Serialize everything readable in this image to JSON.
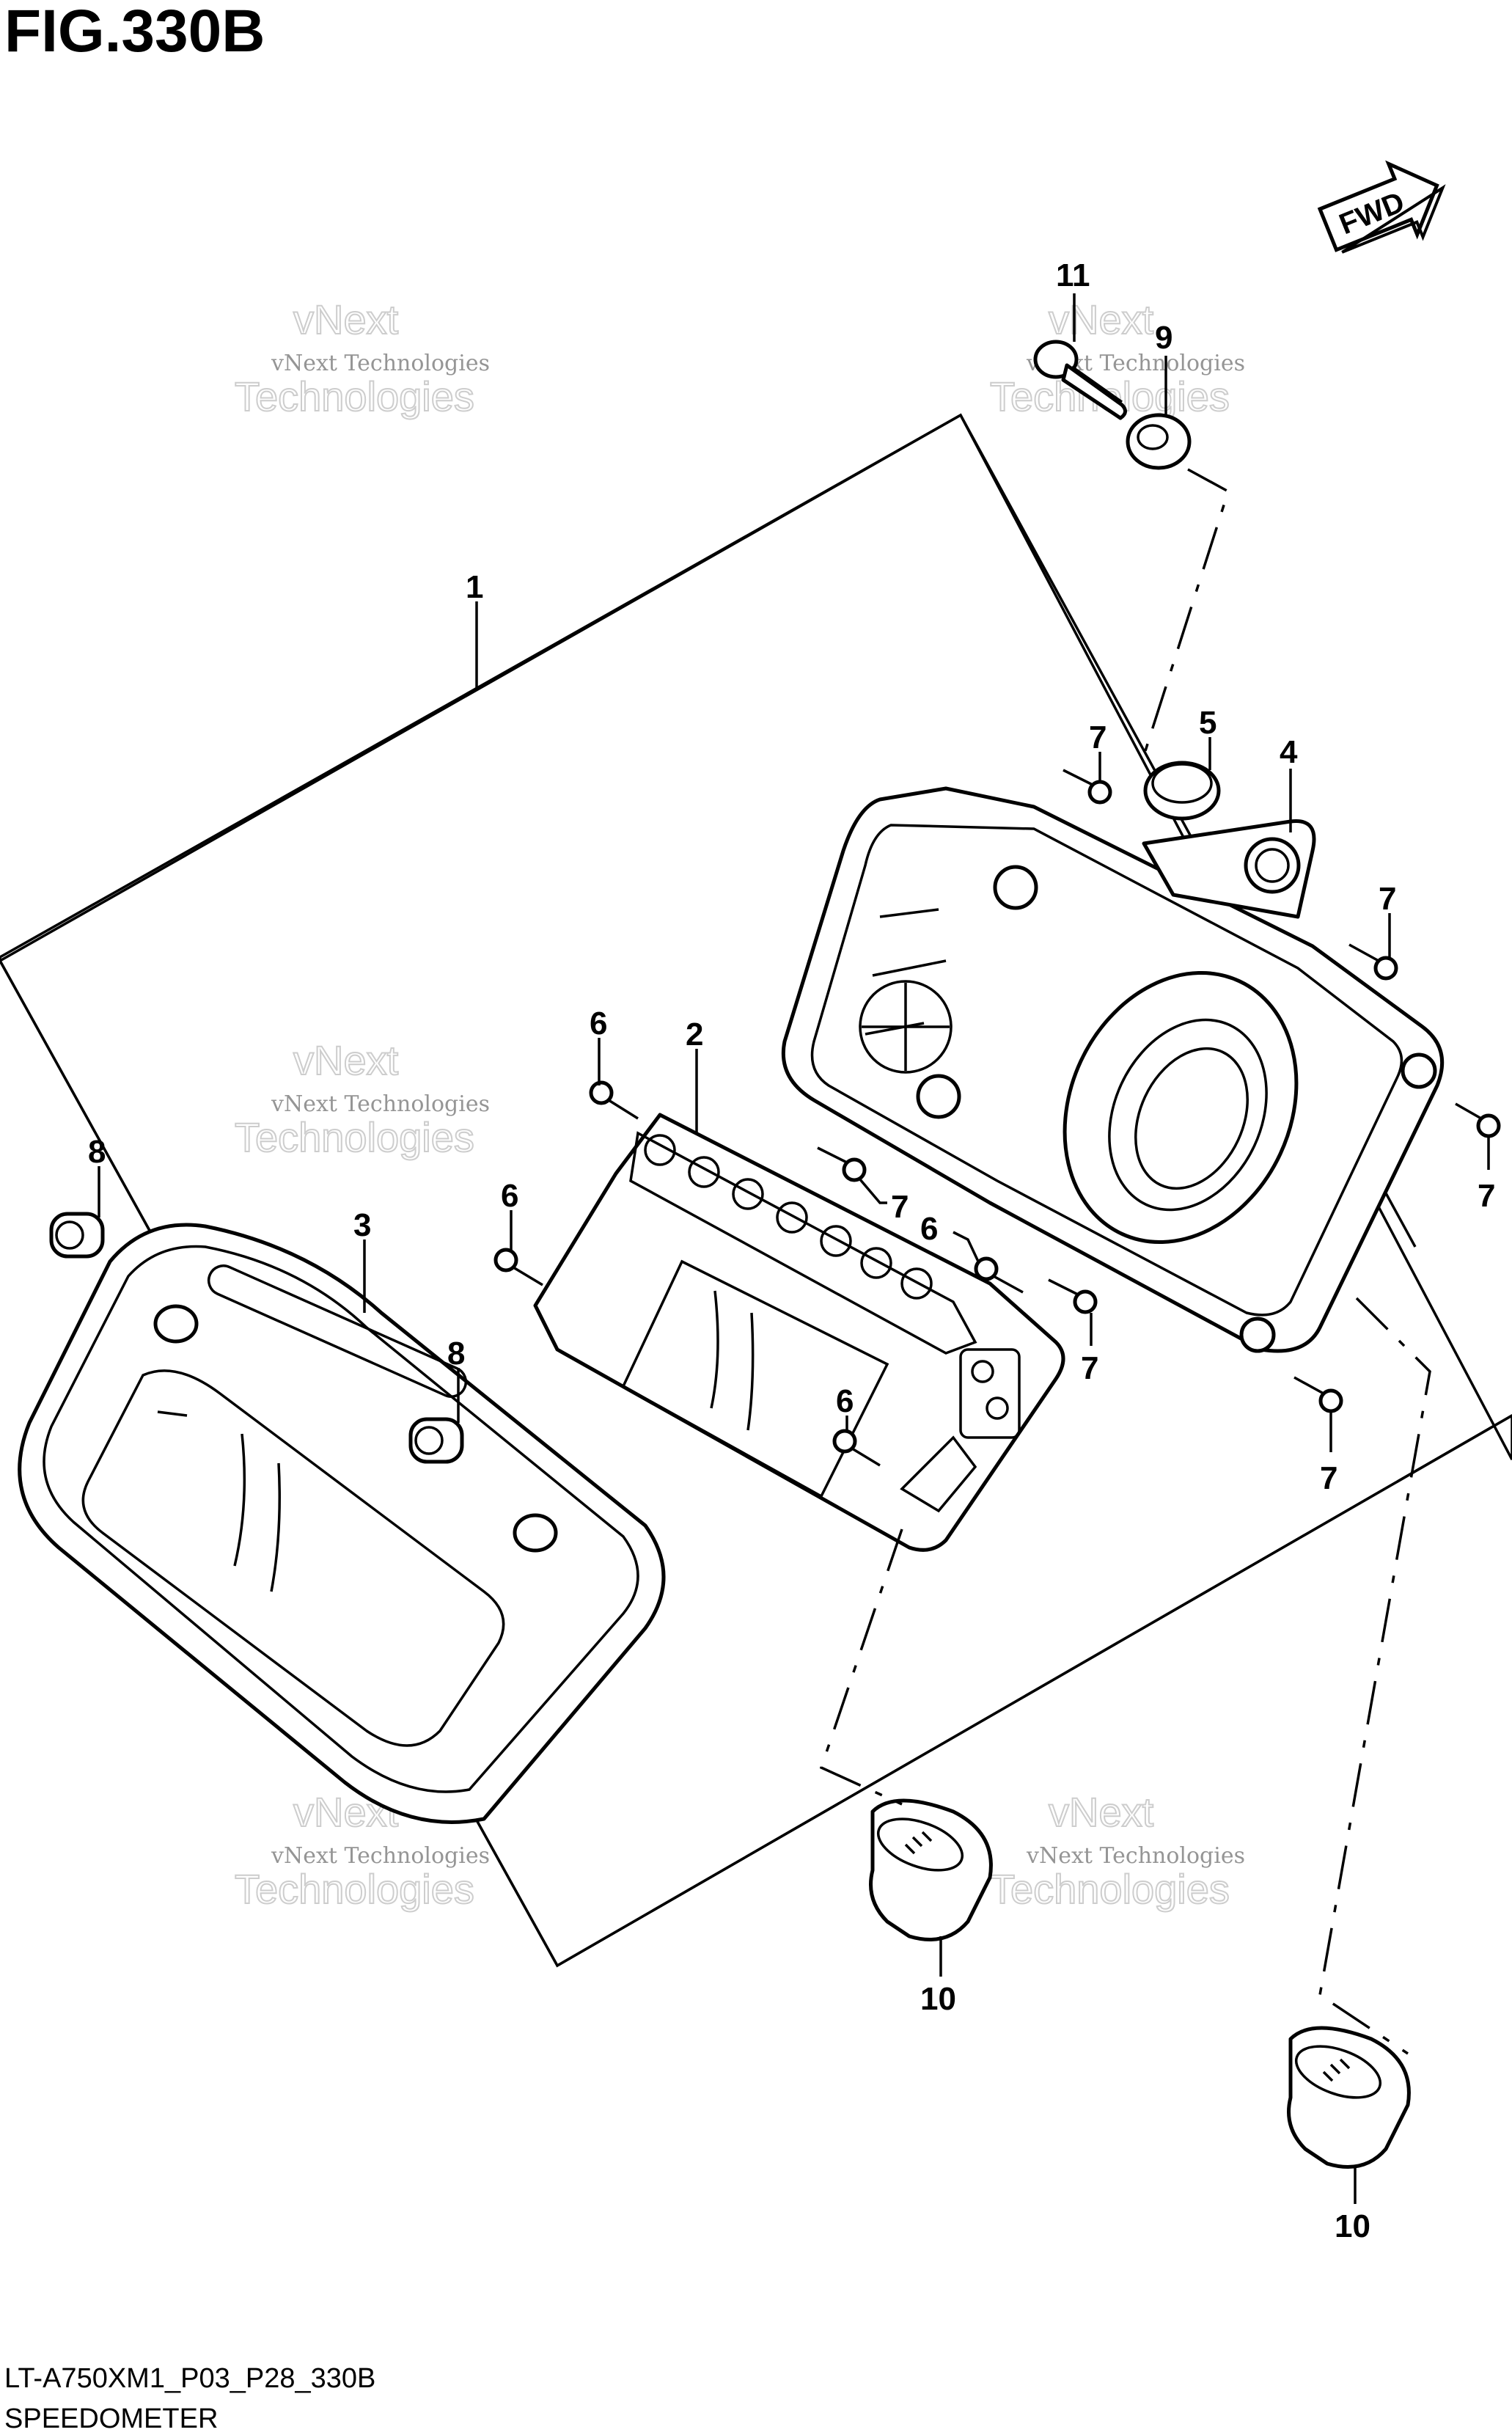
{
  "figure": {
    "title": "FIG.330B",
    "code": "LT-A750XM1_P03_P28_330B",
    "name": "SPEEDOMETER"
  },
  "direction_badge": {
    "label": "FWD"
  },
  "watermark": {
    "text": "vNext Technologies",
    "line1": "vNext",
    "line2": "Technologies"
  },
  "callouts": {
    "c1": "1",
    "c2": "2",
    "c3": "3",
    "c4": "4",
    "c5": "5",
    "c6a": "6",
    "c6b": "6",
    "c6c": "6",
    "c6d": "6",
    "c7a": "7",
    "c7b": "7",
    "c7c": "7",
    "c7d": "7",
    "c7e": "7",
    "c7f": "7",
    "c8a": "8",
    "c8b": "8",
    "c9": "9",
    "c10a": "10",
    "c10b": "10",
    "c11": "11"
  }
}
